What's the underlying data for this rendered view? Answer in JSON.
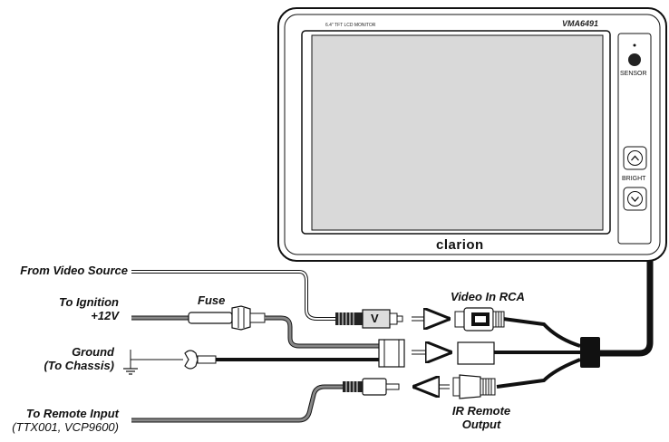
{
  "monitor": {
    "model_line": "6.4\" TFT LCD MONITOR",
    "model_number": "VMA6491",
    "brand": "clarion",
    "sensor_label": "SENSOR",
    "bright_label": "BRIGHT",
    "up_glyph": "⌃",
    "down_glyph": "⌄"
  },
  "connectors": {
    "rca_letter": "V"
  },
  "labels": {
    "video_source": "From Video Source",
    "ignition_1": "To Ignition",
    "ignition_2": "+12V",
    "fuse": "Fuse",
    "ground_1": "Ground",
    "ground_2": "(To Chassis)",
    "remote_input_1": "To Remote Input",
    "remote_input_2": "(TTX001, VCP9600)",
    "video_in_rca": "Video In RCA",
    "ir_remote_1": "IR Remote",
    "ir_remote_2": "Output"
  },
  "colors": {
    "line": "#111111",
    "wire_gray": "#888888",
    "screen": "#d9d9d9"
  }
}
